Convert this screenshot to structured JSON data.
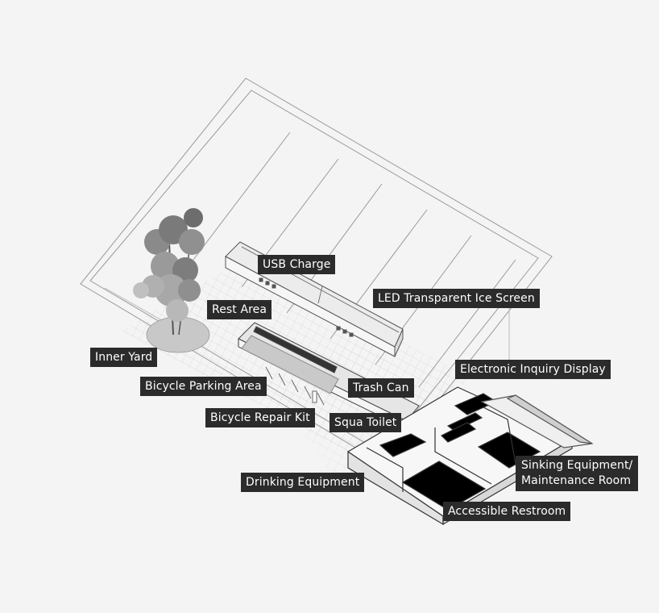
{
  "diagram": {
    "labels": {
      "usb_charge": "USB Charge",
      "led_screen": "LED Transparent Ice Screen",
      "rest_area": "Rest Area",
      "inner_yard": "Inner Yard",
      "bicycle_parking": "Bicycle Parking Area",
      "trash_can": "Trash Can",
      "electronic_inquiry": "Electronic Inquiry Display",
      "bicycle_repair": "Bicycle Repair Kit",
      "squa_toilet": "Squa Toilet",
      "sinking_line1": "Sinking Equipment/",
      "sinking_line2": "Maintenance Room",
      "drinking": "Drinking Equipment",
      "accessible": "Accessible Restroom"
    },
    "colors": {
      "background": "#f4f4f4",
      "label_bg": "#2b2b2b",
      "label_text": "#ffffff",
      "line": "#8a8a8a",
      "dark_fill": "#000000"
    }
  }
}
